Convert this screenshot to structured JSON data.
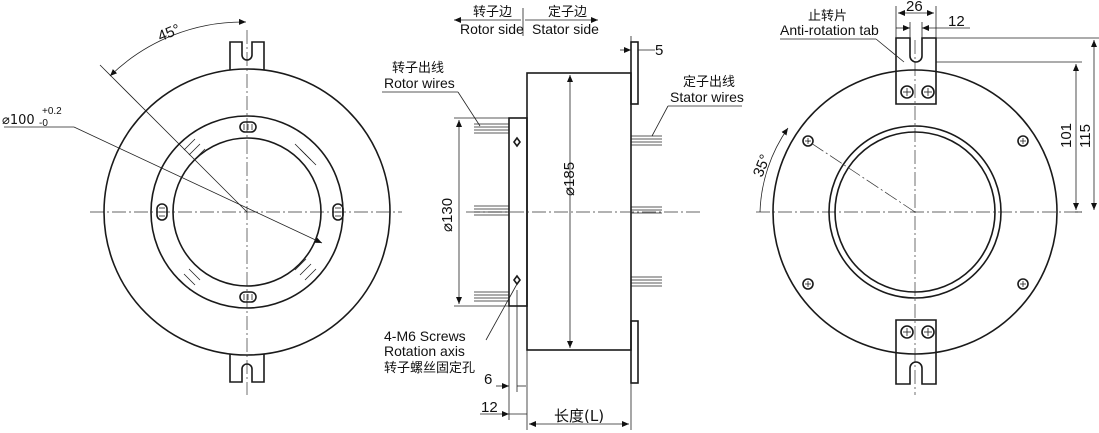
{
  "front": {
    "angle": "45°",
    "diameter": "⌀100",
    "tol_upper": "+0.2",
    "tol_lower": "-0"
  },
  "side": {
    "rotor_side_cn": "转子边",
    "rotor_side_en": "Rotor side",
    "stator_side_cn": "定子边",
    "stator_side_en": "Stator side",
    "rotor_wires_cn": "转子出线",
    "rotor_wires_en": "Rotor wires",
    "stator_wires_cn": "定子出线",
    "stator_wires_en": "Stator wires",
    "dim_5": "5",
    "dim_185": "⌀185",
    "dim_130": "⌀130",
    "screws": "4-M6 Screws",
    "rotation_axis": "Rotation axis",
    "screw_holes_cn": "转子螺丝固定孔",
    "dim_6": "6",
    "dim_12": "12",
    "length": "长度(L)"
  },
  "back": {
    "tab_cn": "止转片",
    "tab_en": "Anti-rotation tab",
    "dim_26": "26",
    "dim_12": "12",
    "dim_101": "101",
    "dim_115": "115",
    "angle": "35°"
  }
}
